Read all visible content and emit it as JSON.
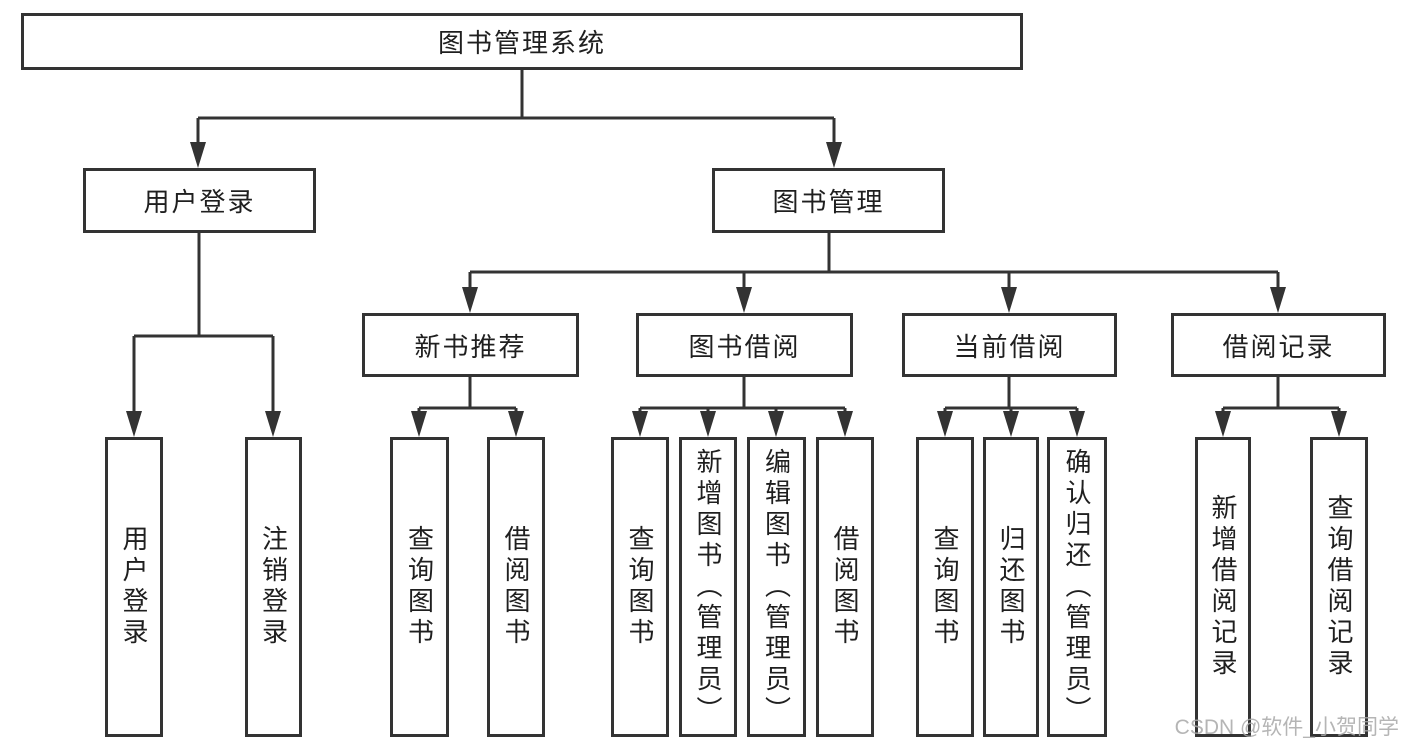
{
  "diagram": {
    "title": "图书管理系统",
    "level2": {
      "left": "用户登录",
      "right": "图书管理"
    },
    "level3": [
      "新书推荐",
      "图书借阅",
      "当前借阅",
      "借阅记录"
    ],
    "leaves": {
      "user_login_group": [
        "用户登录",
        "注销登录"
      ],
      "new_books_group": [
        "查询图书",
        "借阅图书"
      ],
      "book_borrow_group": [
        "查询图书",
        "新增图书（管理员）",
        "编辑图书（管理员）",
        "借阅图书"
      ],
      "current_borrow_group": [
        "查询图书",
        "归还图书",
        "确认归还（管理员）"
      ],
      "borrow_records_group": [
        "新增借阅记录",
        "查询借阅记录"
      ]
    },
    "watermark": "CSDN @软件_小贺同学",
    "colors": {
      "line": "#333333",
      "text": "#1f1f1f",
      "watermark_text": "#a9a9a9",
      "background": "#ffffff"
    }
  }
}
